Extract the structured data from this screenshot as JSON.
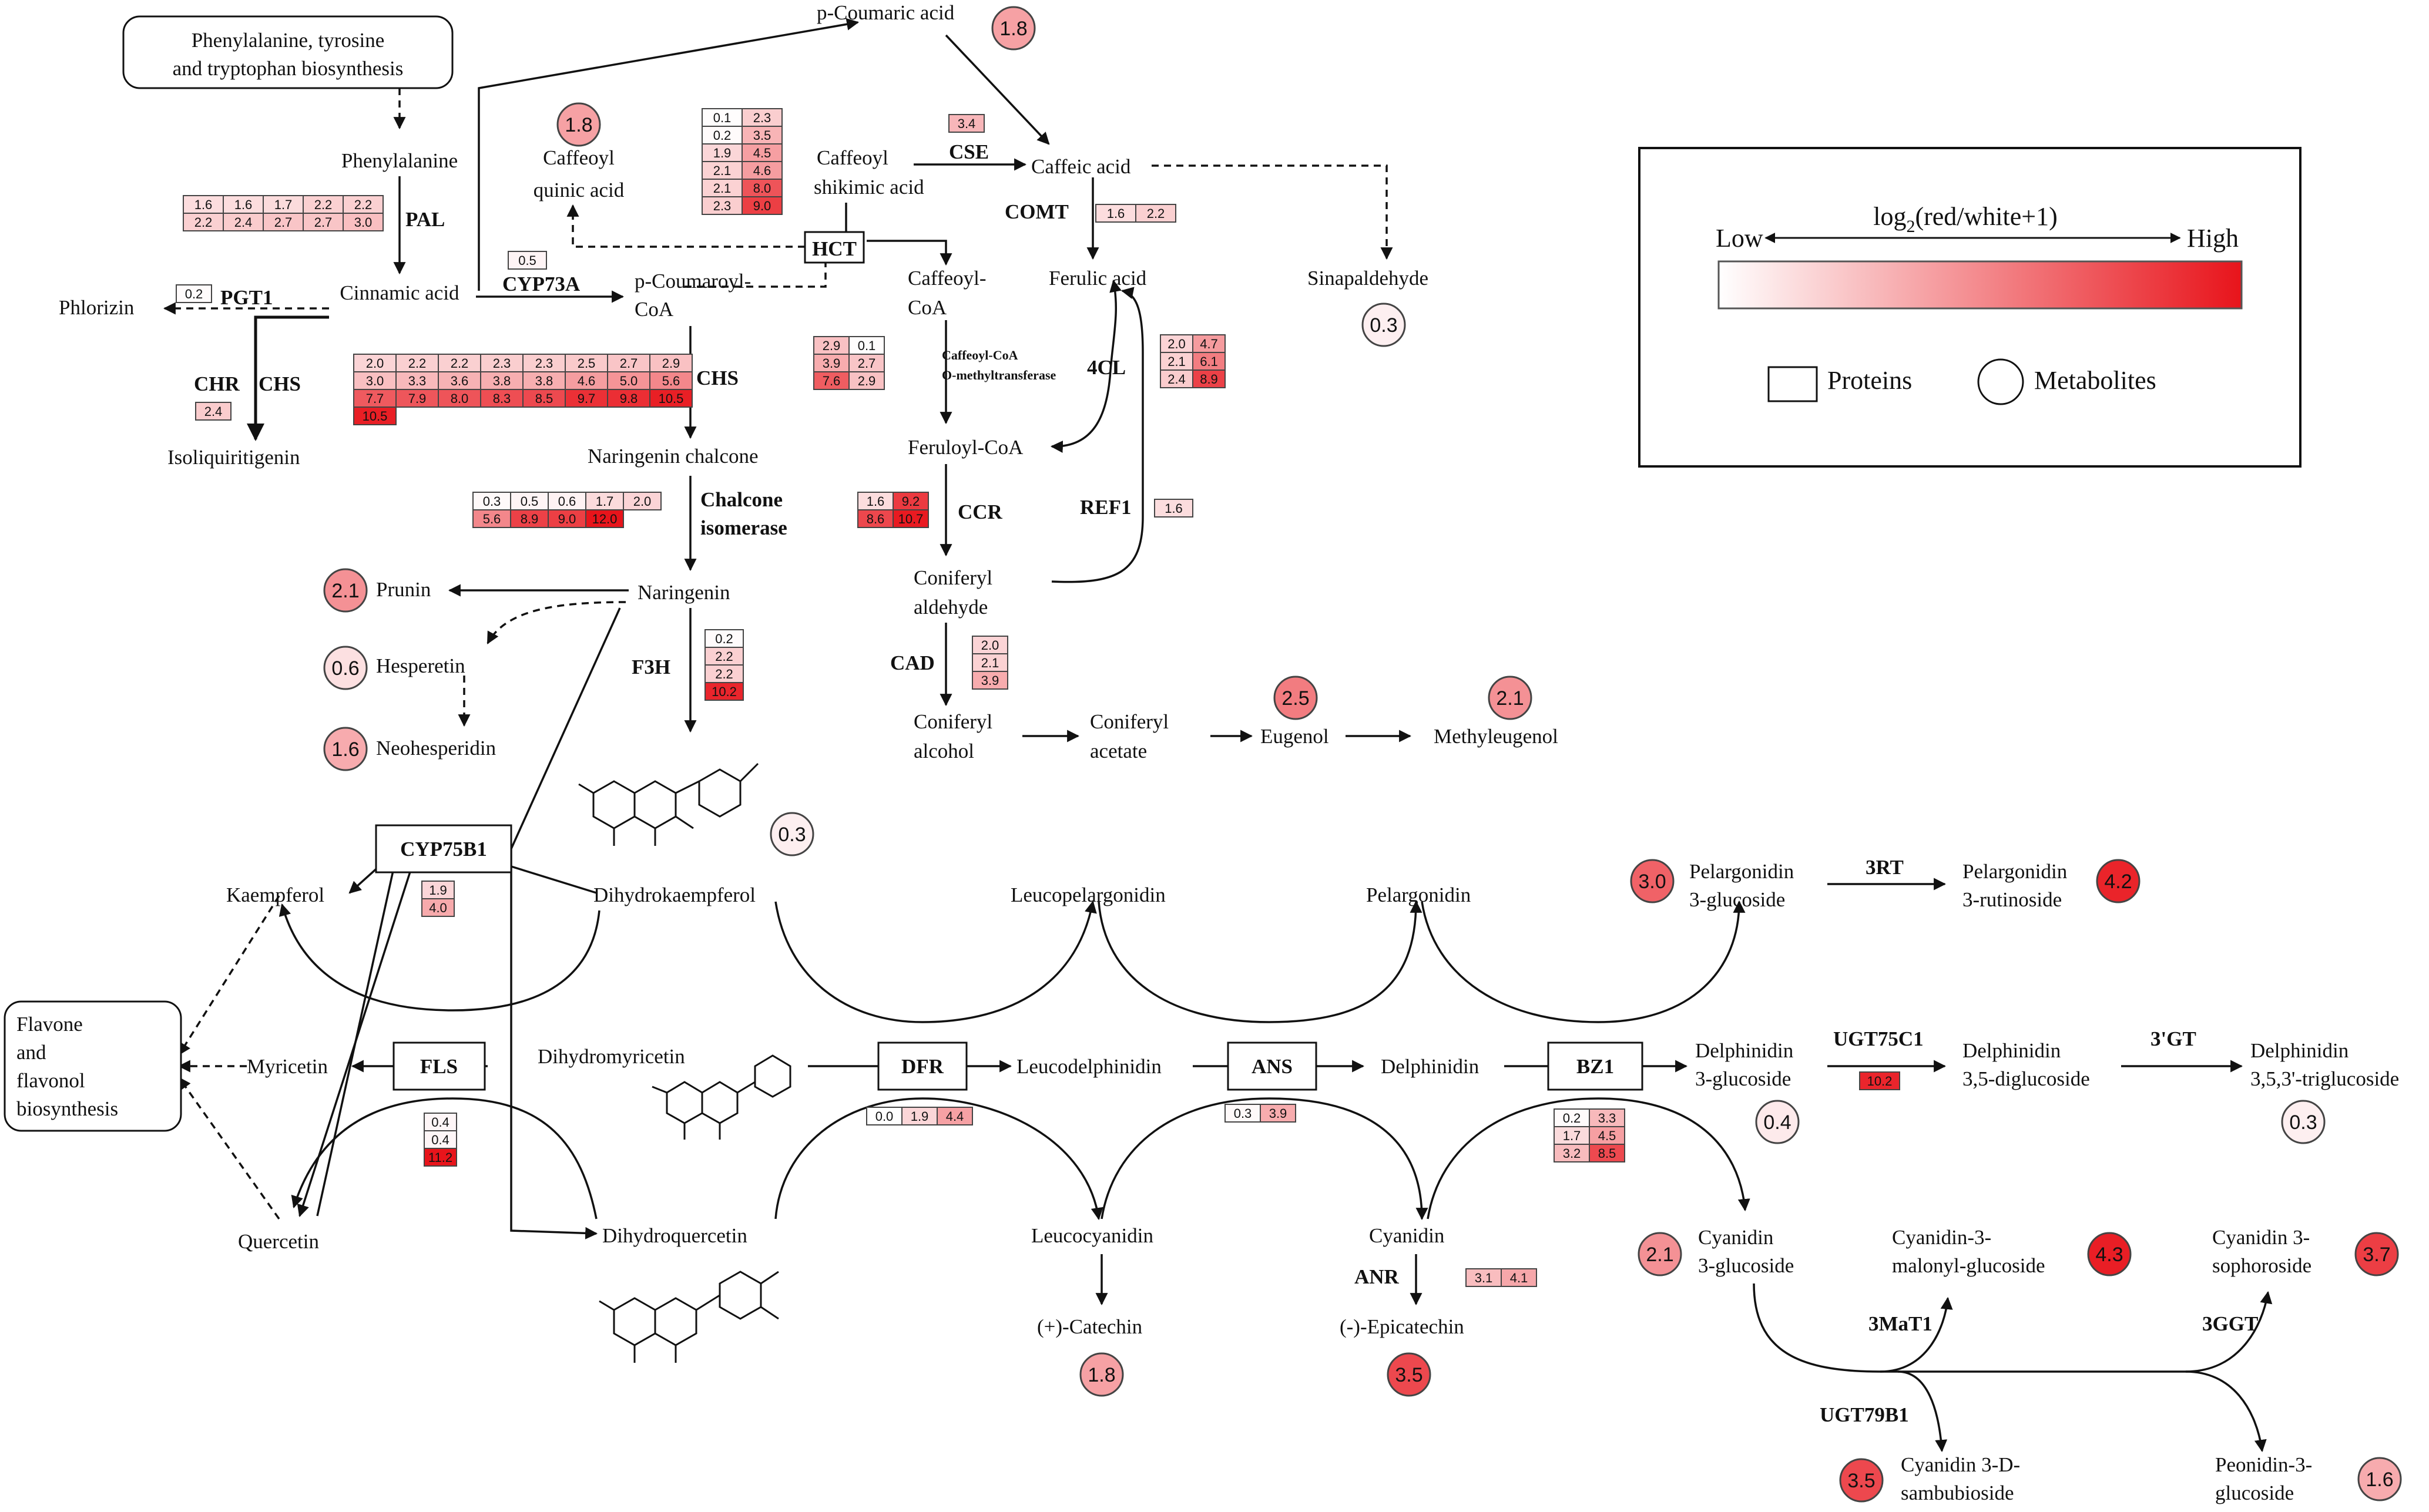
{
  "colors": {
    "low": "#ffffff",
    "high": "#e8141b",
    "line": "#111111"
  },
  "pathway_boxes": {
    "phe_biosynthesis": [
      "Phenylalanine, tyrosine",
      "and tryptophan biosynthesis"
    ],
    "flavone_biosynthesis": [
      "Flavone",
      "and",
      "flavonol",
      "biosynthesis"
    ]
  },
  "compounds": {
    "phenylalanine": "Phenylalanine",
    "cinnamic_acid": "Cinnamic acid",
    "phlorizin": "Phlorizin",
    "isoliquiritigenin": "Isoliquiritigenin",
    "p_coumaric_acid": "p-Coumaric acid",
    "caffeoyl_quinic_acid": [
      "Caffeoyl",
      "quinic acid"
    ],
    "caffeoyl_shikimic_acid": [
      "Caffeoyl",
      "shikimic acid"
    ],
    "p_coumaroyl_coa": [
      "p-Coumaroyl-",
      "CoA"
    ],
    "caffeic_acid": "Caffeic acid",
    "caffeoyl_coa": [
      "Caffeoyl-",
      "CoA"
    ],
    "ferulic_acid": "Ferulic acid",
    "sinapaldehyde": "Sinapaldehyde",
    "feruloyl_coa": "Feruloyl-CoA",
    "naringenin_chalcone": "Naringenin chalcone",
    "coniferyl_aldehyde": [
      "Coniferyl",
      "aldehyde"
    ],
    "coniferyl_alcohol": [
      "Coniferyl",
      "alcohol"
    ],
    "coniferyl_acetate": [
      "Coniferyl",
      "acetate"
    ],
    "eugenol": "Eugenol",
    "methyleugenol": "Methyleugenol",
    "prunin": "Prunin",
    "naringenin": "Naringenin",
    "hesperetin": "Hesperetin",
    "neohesperidin": "Neohesperidin",
    "kaempferol": "Kaempferol",
    "dihydrokaempferol": "Dihydrokaempferol",
    "myricetin": "Myricetin",
    "dihydromyricetin": "Dihydromyricetin",
    "quercetin": "Quercetin",
    "dihydroquercetin": "Dihydroquercetin",
    "leucopelargonidin": "Leucopelargonidin",
    "pelargonidin": "Pelargonidin",
    "leucodelphinidin": "Leucodelphinidin",
    "delphinidin": "Delphinidin",
    "leucocyanidin": "Leucocyanidin",
    "catechin": "(+)-Catechin",
    "cyanidin": "Cyanidin",
    "epicatechin": "(-)-Epicatechin",
    "pelargonidin_3_glucoside": [
      "Pelargonidin",
      "3-glucoside"
    ],
    "pelargonidin_3_rutinoside": [
      "Pelargonidin",
      "3-rutinoside"
    ],
    "delphinidin_3_glucoside": [
      "Delphinidin",
      "3-glucoside"
    ],
    "delphinidin_35_diglucoside": [
      "Delphinidin",
      "3,5-diglucoside"
    ],
    "delphinidin_353_triglucoside": [
      "Delphinidin",
      "3,5,3'-triglucoside"
    ],
    "cyanidin_3_glucoside": [
      "Cyanidin",
      "3-glucoside"
    ],
    "cyanidin_3_malonyl_glucoside": [
      "Cyanidin-3-",
      "malonyl-glucoside"
    ],
    "cyanidin_3_sophoroside": [
      "Cyanidin 3-",
      "sophoroside"
    ],
    "cyanidin_3_d_sambubioside": [
      "Cyanidin 3-D-",
      "sambubioside"
    ],
    "peonidin_3_glucoside": [
      "Peonidin-3-",
      "glucoside"
    ]
  },
  "enzymes": {
    "pal": "PAL",
    "pgt1": "PGT1",
    "chr": "CHR",
    "chs": "CHS",
    "chs2": "CHS",
    "cyp73a": "CYP73A",
    "hct": "HCT",
    "cse": "CSE",
    "comt": "COMT",
    "ccomt": [
      "Caffeoyl-CoA",
      "O-methyltransferase"
    ],
    "fourcl": "4CL",
    "ccr": "CCR",
    "ref1": "REF1",
    "cad": "CAD",
    "chalcone_isomerase": [
      "Chalcone",
      "isomerase"
    ],
    "f3h": "F3H",
    "cyp75b1": "CYP75B1",
    "fls": "FLS",
    "dfr": "DFR",
    "ans": "ANS",
    "bz1": "BZ1",
    "anr": "ANR",
    "threeRT": "3RT",
    "ugt75c1": "UGT75C1",
    "threeprimeGT": "3'GT",
    "threeMaT1": "3MaT1",
    "threeGGT": "3GGT",
    "ugt79b1": "UGT79B1"
  },
  "protein_grids": {
    "pal": [
      [
        "1.6",
        "1.6",
        "1.7",
        "2.2",
        "2.2"
      ],
      [
        "2.2",
        "2.4",
        "2.7",
        "2.7",
        "3.0"
      ]
    ],
    "pgt1": [
      [
        "0.2"
      ]
    ],
    "chr": [
      [
        "2.4"
      ]
    ],
    "cyp73a": [
      [
        "0.5"
      ]
    ],
    "hct": [
      [
        "0.1",
        "2.3"
      ],
      [
        "0.2",
        "3.5"
      ],
      [
        "1.9",
        "4.5"
      ],
      [
        "2.1",
        "4.6"
      ],
      [
        "2.1",
        "8.0"
      ],
      [
        "2.3",
        "9.0"
      ]
    ],
    "cse": [
      [
        "3.4"
      ]
    ],
    "comt": [
      [
        "1.6",
        "2.2"
      ]
    ],
    "chs": [
      [
        "2.0",
        "2.2",
        "2.2",
        "2.3",
        "2.3",
        "2.5",
        "2.7",
        "2.9"
      ],
      [
        "3.0",
        "3.3",
        "3.6",
        "3.8",
        "3.8",
        "4.6",
        "5.0",
        "5.6"
      ],
      [
        "7.7",
        "7.9",
        "8.0",
        "8.3",
        "8.5",
        "9.7",
        "9.8",
        "10.5"
      ],
      [
        "10.5"
      ]
    ],
    "ccomt": [
      [
        "2.9",
        "0.1"
      ],
      [
        "3.9",
        "2.7"
      ],
      [
        "7.6",
        "2.9"
      ]
    ],
    "fourcl": [
      [
        "2.0",
        "4.7"
      ],
      [
        "2.1",
        "6.1"
      ],
      [
        "2.4",
        "8.9"
      ]
    ],
    "chalcone_isomerase": [
      [
        "0.3",
        "0.5",
        "0.6",
        "1.7",
        "2.0"
      ],
      [
        "5.6",
        "8.9",
        "9.0",
        "12.0"
      ]
    ],
    "ccr": [
      [
        "1.6",
        "9.2"
      ],
      [
        "8.6",
        "10.7"
      ]
    ],
    "ref1": [
      [
        "1.6"
      ]
    ],
    "cad": [
      [
        "2.0"
      ],
      [
        "2.1"
      ],
      [
        "3.9"
      ]
    ],
    "f3h": [
      [
        "0.2"
      ],
      [
        "2.2"
      ],
      [
        "2.2"
      ],
      [
        "10.2"
      ]
    ],
    "cyp75b1": [
      [
        "1.9"
      ],
      [
        "4.0"
      ]
    ],
    "fls": [
      [
        "0.4"
      ],
      [
        "0.4"
      ],
      [
        "11.2"
      ]
    ],
    "dfr": [
      [
        "0.0",
        "1.9",
        "4.4"
      ]
    ],
    "ans": [
      [
        "0.3",
        "3.9"
      ]
    ],
    "bz1": [
      [
        "0.2",
        "3.3"
      ],
      [
        "1.7",
        "4.5"
      ],
      [
        "3.2",
        "8.5"
      ]
    ],
    "anr": [
      [
        "3.1",
        "4.1"
      ]
    ],
    "ugt75c1": [
      [
        "10.2"
      ]
    ]
  },
  "metabolites": {
    "p_coumaric_acid": 1.8,
    "caffeoyl_quinic_acid": 1.8,
    "sinapaldehyde": 0.3,
    "eugenol": 2.5,
    "methyleugenol": 2.1,
    "prunin": 2.1,
    "hesperetin": 0.6,
    "neohesperidin": 1.6,
    "dihydrokaempferol": 0.3,
    "pelargonidin_3_glucoside": 3.0,
    "pelargonidin_3_rutinoside": 4.2,
    "delphinidin_3_glucoside": 0.4,
    "delphinidin_353_triglucoside": 0.3,
    "cyanidin_3_glucoside": 2.1,
    "cyanidin_3_malonyl_glucoside": 4.3,
    "cyanidin_3_sophoroside": 3.7,
    "catechin": 1.8,
    "epicatechin": 3.5,
    "cyanidin_3_d_sambubioside": 3.5,
    "peonidin_3_glucoside": 1.6
  },
  "legend": {
    "title_prefix": "log",
    "title_subscript": "2",
    "title_suffix": "(red/white+1)",
    "low": "Low",
    "high": "High",
    "proteins": "Proteins",
    "metabolites": "Metabolites"
  }
}
